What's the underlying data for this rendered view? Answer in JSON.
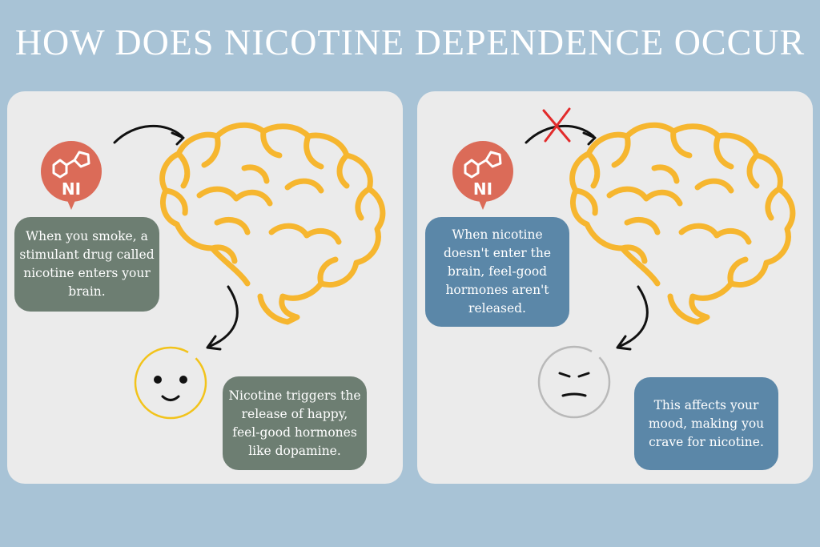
{
  "title": "HOW DOES NICOTINE DEPENDENCE OCCUR",
  "colors": {
    "background": "#a8c3d6",
    "panel": "#ebebeb",
    "brain": "#f6b62f",
    "molecule_badge": "#db6b58",
    "left_textbox": "#6d7e72",
    "right_textbox": "#5b87a8",
    "cross": "#e22b2b"
  },
  "left_panel": {
    "badge_label": "NI",
    "smoke_text": "When you smoke, a stimulant drug called nicotine enters your brain.",
    "release_text": "Nicotine triggers the release of happy, feel-good hormones like dopamine.",
    "face": "happy-face-icon"
  },
  "right_panel": {
    "badge_label": "NI",
    "no_entry_text": "When nicotine doesn't enter the brain, feel-good hormones aren't released.",
    "mood_text": "This affects your mood, making you crave for nicotine.",
    "face": "sad-face-icon"
  }
}
